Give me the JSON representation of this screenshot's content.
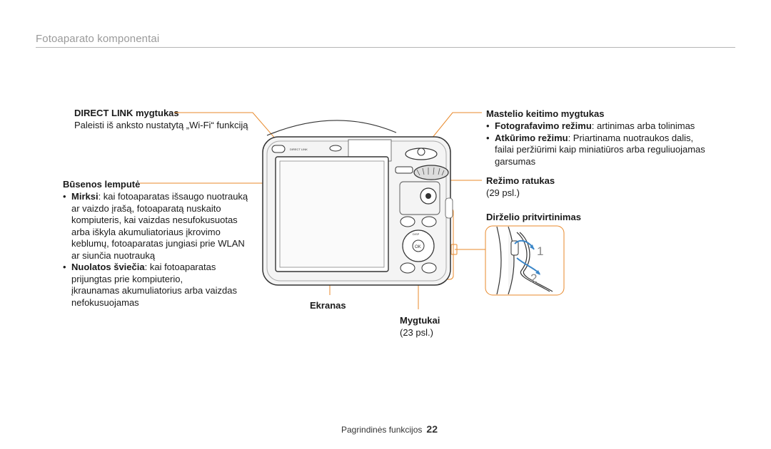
{
  "header": {
    "title": "Fotoaparato komponentai"
  },
  "direct_link": {
    "title": "DIRECT LINK mygtukas",
    "desc": "Paleisti iš anksto nustatytą „Wi-Fi“ funkciją"
  },
  "status_lamp": {
    "title": "Būsenos lemputė",
    "bullets": [
      {
        "term": "Mirksi",
        "lines": [
          ": kai fotoaparatas išsaugo nuotrauką",
          "ar vaizdo įrašą, fotoaparatą nuskaito",
          "kompiuteris, kai vaizdas nesufokusuotas",
          "arba iškyla akumuliatoriaus įkrovimo",
          "keblumų, fotoaparatas jungiasi prie WLAN",
          "ar siunčia nuotrauką"
        ]
      },
      {
        "term": "Nuolatos šviečia",
        "lines": [
          ": kai fotoaparatas",
          "prijungtas prie kompiuterio,",
          "įkraunamas akumuliatorius arba vaizdas",
          "nefokusuojamas"
        ]
      }
    ]
  },
  "screen": {
    "title": "Ekranas"
  },
  "buttons": {
    "title": "Mygtukai",
    "ref": "(23 psl.)"
  },
  "zoom": {
    "title": "Mastelio keitimo mygtukas",
    "bullets": [
      {
        "term": "Fotografavimo režimu",
        "lines": [
          ": artinimas arba tolinimas"
        ]
      },
      {
        "term": "Atkūrimo režimu",
        "lines": [
          ": Priartinama nuotraukos dalis,",
          "failai peržiūrimi kaip miniatiūros arba reguliuojamas",
          "garsumas"
        ]
      }
    ]
  },
  "mode_dial": {
    "title": "Režimo ratukas",
    "ref": "(29 psl.)"
  },
  "strap": {
    "title": "Dirželio pritvirtinimas",
    "step1": "1",
    "step2": "2"
  },
  "camera_labels": {
    "direct_link": "DIRECT LINK",
    "ok": "OK",
    "disp": "DISP"
  },
  "footer": {
    "section": "Pagrindinės funkcijos",
    "page": "22"
  },
  "colors": {
    "callout": "#e8892b",
    "camera_body": "#f2f2f2",
    "outline": "#333333",
    "arrow": "#3a86c8"
  }
}
